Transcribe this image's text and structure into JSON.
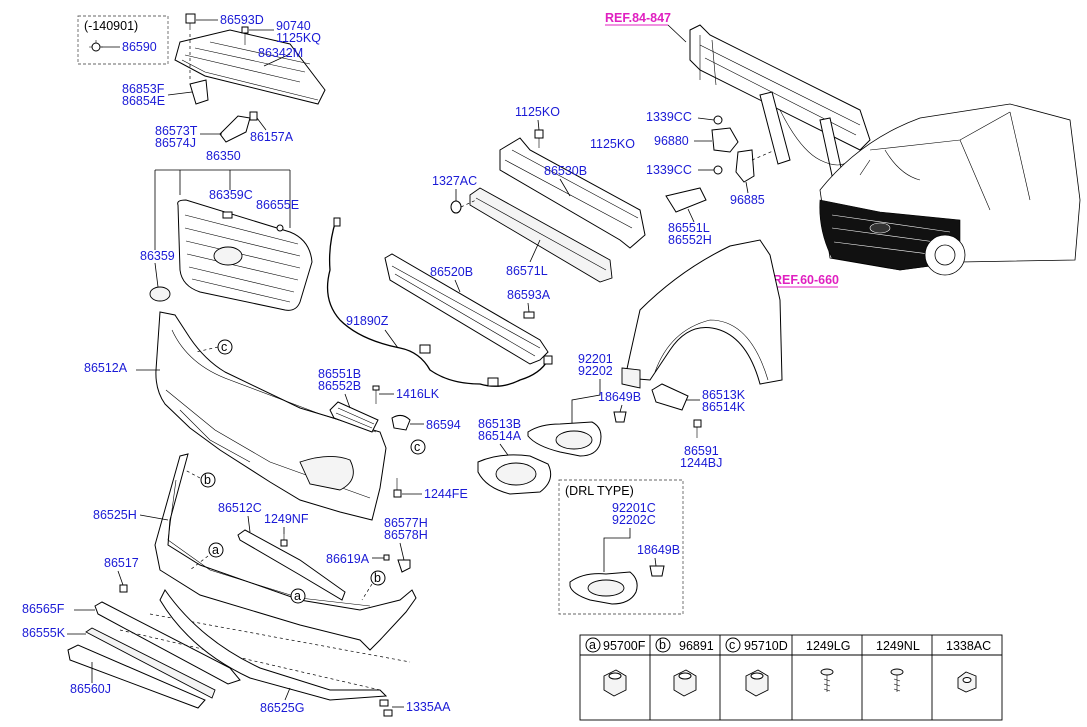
{
  "refs": {
    "ref_84_847": "REF.84-847",
    "ref_60_660": "REF.60-660"
  },
  "labels": {
    "l_140901": "(-140901)",
    "l_86590": "86590",
    "l_86593D": "86593D",
    "l_90740": "90740",
    "l_1125KQ": "1125KQ",
    "l_86342M": "86342M",
    "l_86853F": "86853F",
    "l_86854E": "86854E",
    "l_86573T": "86573T",
    "l_86574J": "86574J",
    "l_86157A": "86157A",
    "l_86350": "86350",
    "l_86359C": "86359C",
    "l_86655E": "86655E",
    "l_86359": "86359",
    "l_86512A": "86512A",
    "l_86525H": "86525H",
    "l_86517": "86517",
    "l_86565F": "86565F",
    "l_86555K": "86555K",
    "l_86560J": "86560J",
    "l_86525G": "86525G",
    "l_1335AA": "1335AA",
    "l_86512C": "86512C",
    "l_1249NF": "1249NF",
    "l_86577H": "86577H",
    "l_86578H": "86578H",
    "l_86619A": "86619A",
    "l_1244FE": "1244FE",
    "l_86594": "86594",
    "l_86551B": "86551B",
    "l_86552B": "86552B",
    "l_1416LK": "1416LK",
    "l_91890Z": "91890Z",
    "l_86520B": "86520B",
    "l_86593A": "86593A",
    "l_86571L": "86571L",
    "l_86530B": "86530B",
    "l_1327AC": "1327AC",
    "l_1125KO_a": "1125KO",
    "l_1125KO_b": "1125KO",
    "l_1339CC_a": "1339CC",
    "l_96880": "96880",
    "l_1339CC_b": "1339CC",
    "l_96885": "96885",
    "l_86551L": "86551L",
    "l_86552H": "86552H",
    "l_92201": "92201",
    "l_92202": "92202",
    "l_18649B_a": "18649B",
    "l_86513K": "86513K",
    "l_86514K": "86514K",
    "l_86513B": "86513B",
    "l_86514A": "86514A",
    "l_86591": "86591",
    "l_1244BJ": "1244BJ",
    "l_drl": "(DRL TYPE)",
    "l_92201C": "92201C",
    "l_92202C": "92202C",
    "l_18649B_b": "18649B"
  },
  "callouts": {
    "a": "a",
    "b": "b",
    "c": "c"
  },
  "legend": {
    "headers": [
      {
        "circle": "a",
        "code": "95700F"
      },
      {
        "circle": "b",
        "code": "96891"
      },
      {
        "circle": "c",
        "code": "95710D"
      },
      {
        "circle": "",
        "code": "1249LG"
      },
      {
        "circle": "",
        "code": "1249NL"
      },
      {
        "circle": "",
        "code": "1338AC"
      }
    ]
  }
}
